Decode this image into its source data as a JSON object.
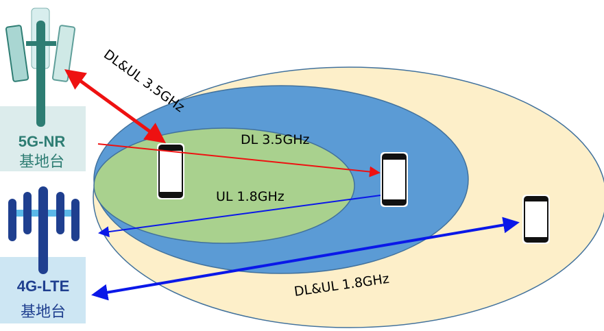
{
  "stations": {
    "nr": {
      "line1": "5G-NR",
      "line2": "基地台",
      "color": "#2e7d73"
    },
    "lte": {
      "line1": "4G-LTE",
      "line2": "基地台",
      "color": "#1f3f8f"
    }
  },
  "labels": {
    "dl_ul_35": "DL&UL 3.5GHz",
    "dl_35": "DL 3.5GHz",
    "ul_18": "UL 1.8GHz",
    "dl_ul_18": "DL&UL 1.8GHz"
  },
  "colors": {
    "outer": "#fdefc9",
    "middle": "#5b9bd5",
    "inner": "#a9d18e",
    "red": "#ee1111",
    "blue": "#0a18e8"
  }
}
